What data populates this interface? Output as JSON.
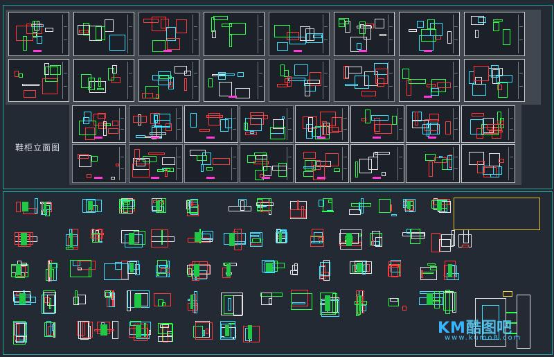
{
  "title_label": "鞋柜立面图",
  "watermark": {
    "brand": "KM",
    "brand_cn": "酷图吧",
    "url": "www.kumo8.com"
  },
  "colors": {
    "background": "#232a34",
    "frame": "#2aa6a0",
    "sheet_border": "#c8c8c8",
    "red": "#ff3a3a",
    "green": "#2cff4a",
    "magenta": "#ff3ad8",
    "cyan": "#3de3ff",
    "yellow": "#e6c832"
  }
}
